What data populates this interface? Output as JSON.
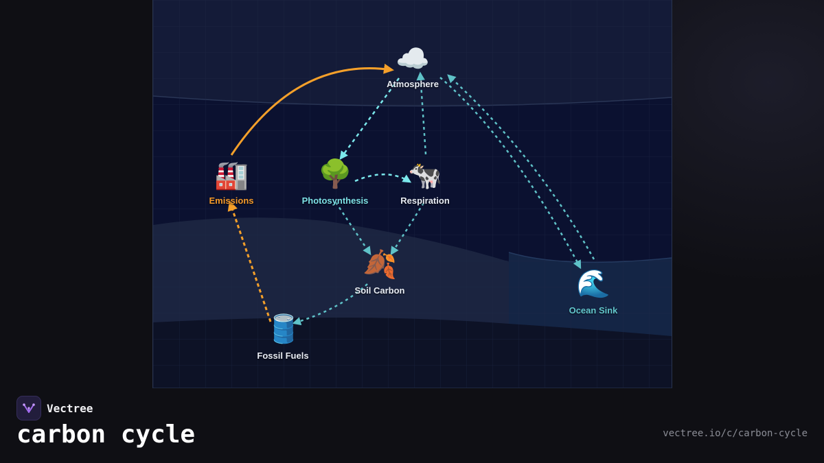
{
  "brand": {
    "name": "Vectree"
  },
  "page": {
    "title": "carbon cycle",
    "url": "vectree.io/c/carbon-cycle"
  },
  "colors": {
    "emission_arrow": "#f5a02a",
    "absorption_arrow": "#7be8ec",
    "ocean_arrow": "#5fc2c8",
    "background": "#0f0f14",
    "diagram_sky": "#131a35",
    "diagram_ground": "#1b2440"
  },
  "nodes": {
    "atmosphere": {
      "label": "Atmosphere",
      "icon": "cloud-icon",
      "glyph": "☁️"
    },
    "emissions": {
      "label": "Emissions",
      "icon": "factory-icon",
      "glyph": "🏭"
    },
    "photosynthesis": {
      "label": "Photosynthesis",
      "icon": "tree-icon",
      "glyph": "🌳"
    },
    "respiration": {
      "label": "Respiration",
      "icon": "cow-icon",
      "glyph": "🐄"
    },
    "soil_carbon": {
      "label": "Soil Carbon",
      "icon": "fallen-leaf-icon",
      "glyph": "🍂"
    },
    "fossil_fuels": {
      "label": "Fossil Fuels",
      "icon": "oil-barrel-icon",
      "glyph": "🛢️"
    },
    "ocean_sink": {
      "label": "Ocean Sink",
      "icon": "wave-icon",
      "glyph": "🌊"
    }
  }
}
